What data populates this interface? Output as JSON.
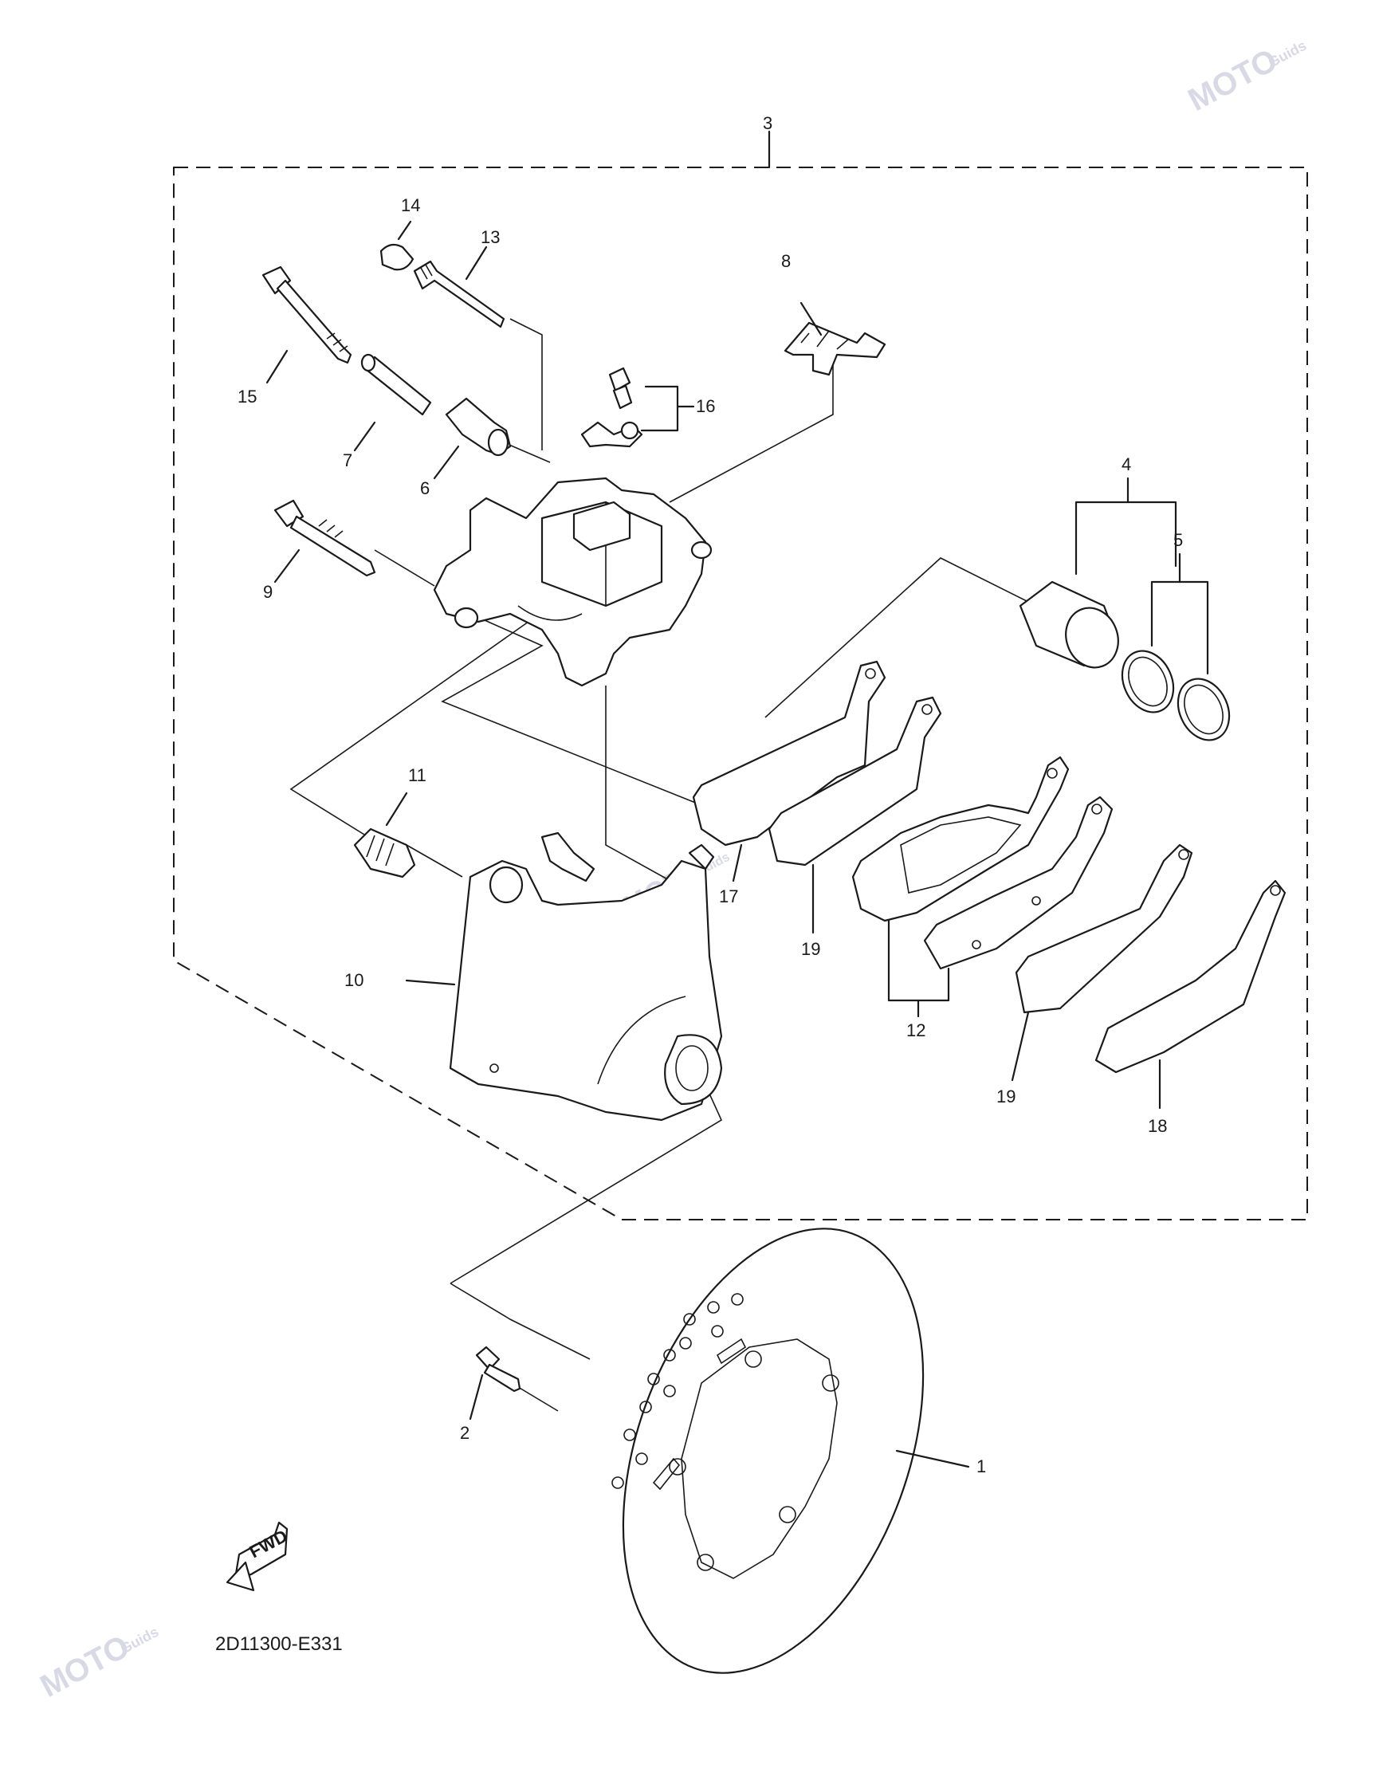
{
  "diagram": {
    "code": "2D11300-E331",
    "fwd_label": "FWD",
    "callouts": [
      "1",
      "2",
      "3",
      "4",
      "5",
      "6",
      "7",
      "8",
      "9",
      "10",
      "11",
      "12",
      "13",
      "14",
      "15",
      "16",
      "17",
      "18",
      "19",
      "19"
    ]
  },
  "watermark": {
    "text": "MOTO",
    "subtext": "Guids"
  },
  "colors": {
    "line": "#1a1a1a",
    "watermark": "#d9d9e6",
    "background": "#ffffff"
  }
}
